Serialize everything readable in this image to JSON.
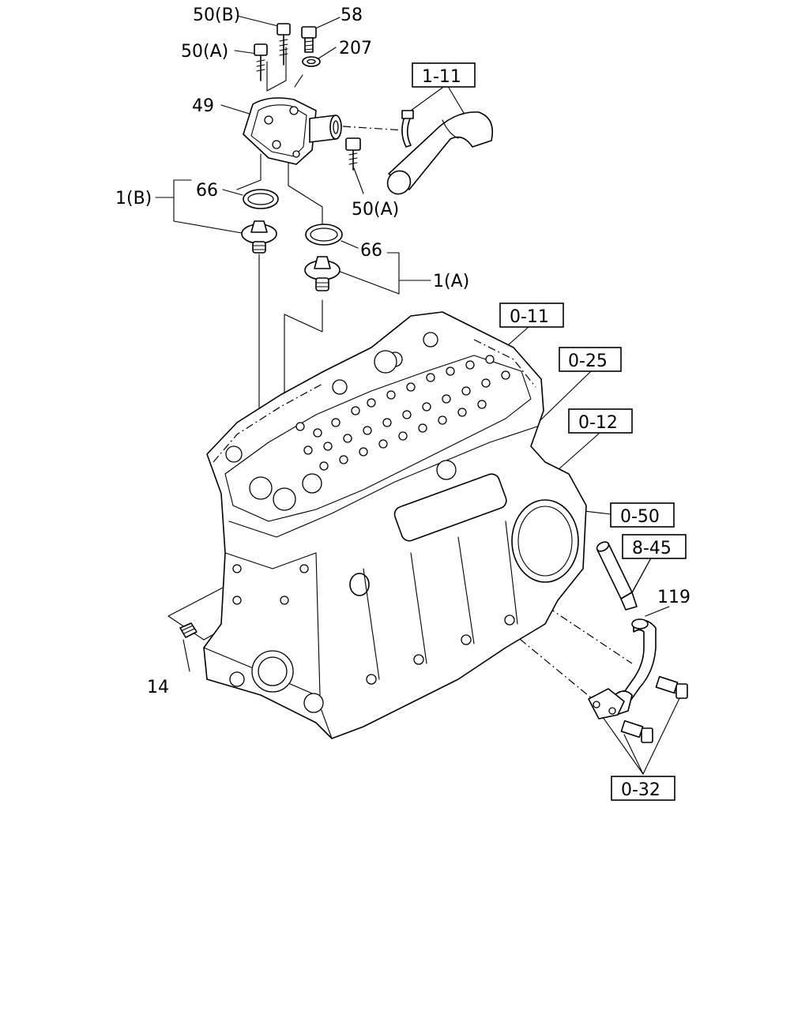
{
  "labels": {
    "p50b": "50(B)",
    "p58": "58",
    "p50a_top": "50(A)",
    "p207": "207",
    "p49": "49",
    "p66_left": "66",
    "p1b": "1(B)",
    "p50a_right": "50(A)",
    "p66_right": "66",
    "p1a": "1(A)",
    "p14": "14",
    "p119": "119"
  },
  "refs": {
    "r1_11": "1-11",
    "r0_11": "0-11",
    "r0_25": "0-25",
    "r0_12": "0-12",
    "r0_50": "0-50",
    "r8_45": "8-45",
    "r0_32": "0-32"
  }
}
